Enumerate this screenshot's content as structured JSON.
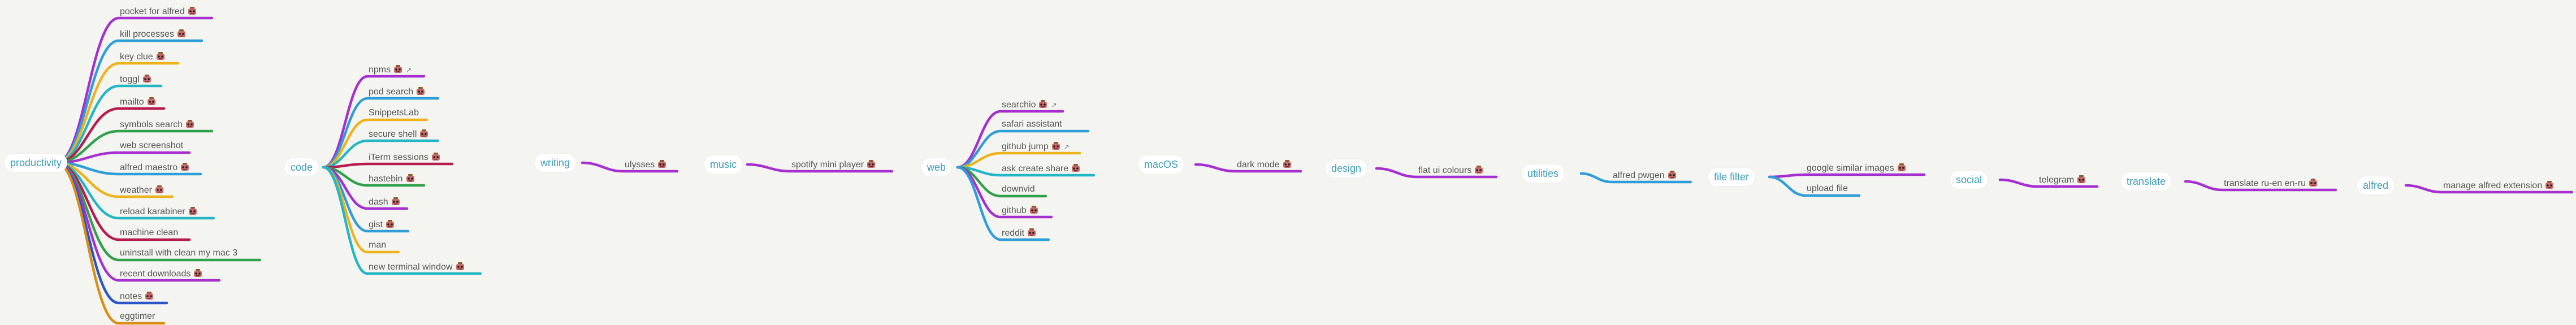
{
  "colors": {
    "purple": "#a52fcf",
    "blue": "#2f9ed8",
    "yellow": "#ecb31d",
    "teal": "#23b6c4",
    "crimson": "#b71a4e",
    "green": "#2fa14a",
    "navy": "#2a56c9",
    "orange": "#d98e17",
    "topic_text": "#3d9bb8"
  },
  "root_icon": "robot-face-icon",
  "link_icon": "external-link-icon",
  "branches": [
    {
      "id": "productivity",
      "label": "productivity",
      "leaves": [
        {
          "label": "pocket for alfred",
          "icon": true,
          "color": "purple"
        },
        {
          "label": "kill processes",
          "icon": true,
          "color": "blue"
        },
        {
          "label": "key clue",
          "icon": true,
          "color": "yellow"
        },
        {
          "label": "toggl",
          "icon": true,
          "color": "teal"
        },
        {
          "label": "mailto",
          "icon": true,
          "color": "crimson"
        },
        {
          "label": "symbols search",
          "icon": true,
          "color": "green"
        },
        {
          "label": "web screenshot",
          "icon": false,
          "color": "purple"
        },
        {
          "label": "alfred maestro",
          "icon": true,
          "color": "blue"
        },
        {
          "label": "weather",
          "icon": true,
          "color": "yellow"
        },
        {
          "label": "reload karabiner",
          "icon": true,
          "color": "teal"
        },
        {
          "label": "machine clean",
          "icon": false,
          "color": "crimson"
        },
        {
          "label": "uninstall with clean my mac 3",
          "icon": false,
          "color": "green"
        },
        {
          "label": "recent downloads",
          "icon": true,
          "color": "purple"
        },
        {
          "label": "notes",
          "icon": true,
          "color": "navy"
        },
        {
          "label": "eggtimer",
          "icon": false,
          "color": "orange"
        }
      ]
    },
    {
      "id": "code",
      "label": "code",
      "leaves": [
        {
          "label": "npms",
          "icon": true,
          "link": true,
          "color": "purple"
        },
        {
          "label": "pod search",
          "icon": true,
          "color": "blue"
        },
        {
          "label": "SnippetsLab",
          "icon": false,
          "color": "yellow"
        },
        {
          "label": "secure shell",
          "icon": true,
          "color": "teal"
        },
        {
          "label": "iTerm sessions",
          "icon": true,
          "color": "crimson"
        },
        {
          "label": "hastebin",
          "icon": true,
          "color": "green"
        },
        {
          "label": "dash",
          "icon": true,
          "color": "purple"
        },
        {
          "label": "gist",
          "icon": true,
          "color": "blue"
        },
        {
          "label": "man",
          "icon": false,
          "color": "yellow"
        },
        {
          "label": "new terminal window",
          "icon": true,
          "color": "teal"
        }
      ]
    },
    {
      "id": "writing",
      "label": "writing",
      "leaves": [
        {
          "label": "ulysses",
          "icon": true,
          "color": "purple"
        }
      ]
    },
    {
      "id": "music",
      "label": "music",
      "leaves": [
        {
          "label": "spotify mini player",
          "icon": true,
          "color": "purple"
        }
      ]
    },
    {
      "id": "web",
      "label": "web",
      "leaves": [
        {
          "label": "searchio",
          "icon": true,
          "link": true,
          "color": "purple"
        },
        {
          "label": "safari assistant",
          "icon": false,
          "color": "blue"
        },
        {
          "label": "github jump",
          "icon": true,
          "link": true,
          "color": "yellow"
        },
        {
          "label": "ask create share",
          "icon": true,
          "color": "teal"
        },
        {
          "label": "downvid",
          "icon": false,
          "color": "green"
        },
        {
          "label": "github",
          "icon": true,
          "color": "purple"
        },
        {
          "label": "reddit",
          "icon": true,
          "color": "blue"
        }
      ]
    },
    {
      "id": "macos",
      "label": "macOS",
      "leaves": [
        {
          "label": "dark mode",
          "icon": true,
          "color": "purple"
        }
      ]
    },
    {
      "id": "design",
      "label": "design",
      "leaves": [
        {
          "label": "flat ui colours",
          "icon": true,
          "color": "purple"
        }
      ]
    },
    {
      "id": "utilities",
      "label": "utilities",
      "leaves": [
        {
          "label": "alfred pwgen",
          "icon": true,
          "color": "blue"
        }
      ]
    },
    {
      "id": "file-filter",
      "label": "file filter",
      "leaves": [
        {
          "label": "google similar images",
          "icon": true,
          "color": "purple"
        },
        {
          "label": "upload file",
          "icon": false,
          "color": "blue"
        }
      ]
    },
    {
      "id": "social",
      "label": "social",
      "leaves": [
        {
          "label": "telegram",
          "icon": true,
          "color": "purple"
        }
      ]
    },
    {
      "id": "translate",
      "label": "translate",
      "leaves": [
        {
          "label": "translate ru-en en-ru",
          "icon": true,
          "color": "purple"
        }
      ]
    },
    {
      "id": "alfred",
      "label": "alfred",
      "leaves": [
        {
          "label": "manage alfred extension",
          "icon": true,
          "color": "purple"
        }
      ]
    }
  ]
}
